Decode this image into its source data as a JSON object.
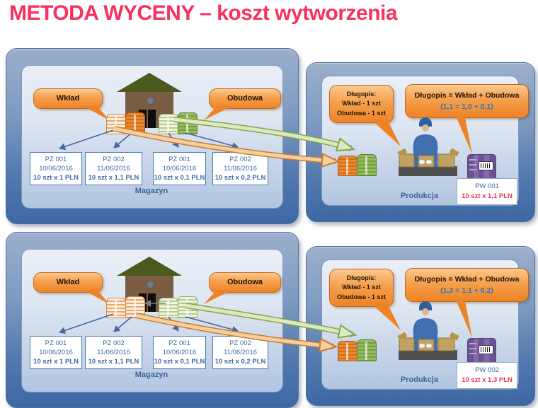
{
  "title": "METODA WYCENY – koszt wytworzenia",
  "colors": {
    "title_pink": "#f8315f",
    "callout_orange": "#ee8326",
    "formula_blue": "#2f74b8",
    "price_red": "#e93a56",
    "panel_blue": "#3d68a4"
  },
  "diagrams": [
    {
      "magazyn": {
        "label": "Magazyn",
        "component_labels": {
          "wklad": "Wkład",
          "obudowa": "Obudowa"
        },
        "receipts": [
          {
            "doc": "PZ 001",
            "date": "10/06/2016",
            "qty": "10 szt x 1 PLN"
          },
          {
            "doc": "PZ 002",
            "date": "11/06/2016",
            "qty": "10 szt x 1,1 PLN"
          },
          {
            "doc": "PZ 001",
            "date": "10/06/2016",
            "qty": "10 szt x 0,1 PLN"
          },
          {
            "doc": "PZ 002",
            "date": "11/06/2016",
            "qty": "10 szt x 0,2 PLN"
          }
        ]
      },
      "produkcja": {
        "label": "Produkcja",
        "recipe": {
          "line1": "Długopis:",
          "line2": "Wkład - 1 szt",
          "line3": "Obudowa - 1 szt"
        },
        "formula_title": "Długopis = Wkład + Obudowa",
        "formula_calc": "(1,1 = 1,0 + 0,1)",
        "output": {
          "doc": "PW 001",
          "qty": "10 szt x 1,1 PLN"
        }
      }
    },
    {
      "magazyn": {
        "label": "Magazyn",
        "component_labels": {
          "wklad": "Wkład",
          "obudowa": "Obudowa"
        },
        "receipts": [
          {
            "doc": "PZ 001",
            "date": "10/06/2016",
            "qty": "10 szt x 1 PLN"
          },
          {
            "doc": "PZ 002",
            "date": "11/06/2016",
            "qty": "10 szt x 1,1 PLN"
          },
          {
            "doc": "PZ 001",
            "date": "10/06/2016",
            "qty": "10 szt x 0,1 PLN"
          },
          {
            "doc": "PZ 002",
            "date": "11/06/2016",
            "qty": "10 szt x 0,2 PLN"
          }
        ]
      },
      "produkcja": {
        "label": "Produkcja",
        "recipe": {
          "line1": "Długopis:",
          "line2": "Wkład - 1 szt",
          "line3": "Obudowa - 1 szt"
        },
        "formula_title": "Długopis = Wkład + Obudowa",
        "formula_calc": "(1,3 = 1,1 + 0,2)",
        "output": {
          "doc": "PW 002",
          "qty": "10 szt x 1,3 PLN"
        }
      }
    }
  ]
}
